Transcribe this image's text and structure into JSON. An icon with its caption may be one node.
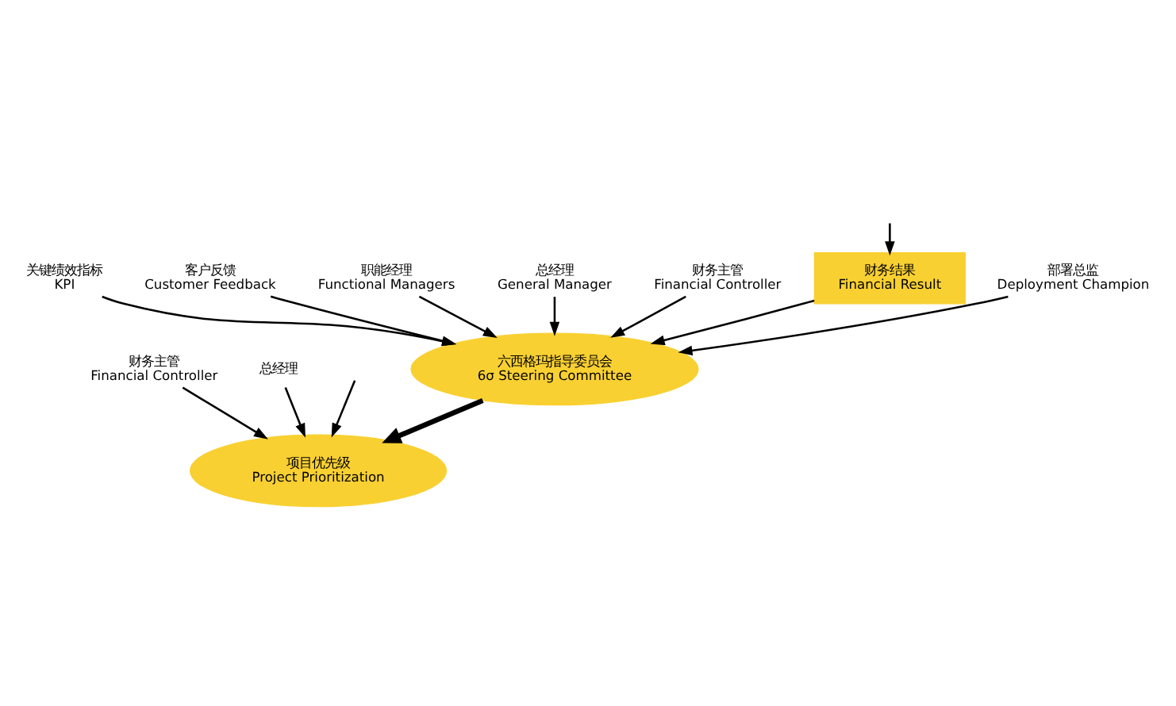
{
  "diagram": {
    "nodes": [
      {
        "text": [
          "六西格玛指导委员会",
          "6σ Steering Committee"
        ]
      },
      {
        "text": [
          "关键绩效指标",
          "KPI"
        ]
      },
      {
        "text": [
          "客户反馈",
          "Customer Feedback"
        ]
      },
      {
        "text": [
          "职能经理",
          "Functional Managers"
        ]
      },
      {
        "text": [
          "总经理",
          "General Manager"
        ]
      },
      {
        "text": [
          "财务主管",
          "Financial Controller"
        ]
      },
      {
        "text": [
          "财务结果",
          "Financial Result"
        ]
      },
      {
        "text": [
          "部署总监",
          "Deployment Champion"
        ]
      },
      {
        "text": [
          "项目优先级",
          "Project Prioritization"
        ]
      },
      {
        "text": [
          "财务主管",
          "Financial Controller"
        ]
      },
      {
        "text": [
          "总经理"
        ]
      }
    ],
    "edges": [
      {
        "from": 1,
        "to": 0,
        "arrow": "to"
      },
      {
        "from": 2,
        "to": 0,
        "arrow": "to"
      },
      {
        "from": 3,
        "to": 0,
        "arrow": "to"
      },
      {
        "from": 4,
        "to": 0,
        "arrow": "to"
      },
      {
        "from": 5,
        "to": 0,
        "arrow": "to"
      },
      {
        "from": 6,
        "to": 0,
        "arrow": "to"
      },
      {
        "from": 7,
        "to": 0,
        "arrow": "to"
      },
      {
        "from": 0,
        "to": 8,
        "arrow": "to",
        "style": "thick"
      },
      {
        "from": 9,
        "to": 8,
        "arrow": "to"
      },
      {
        "from": null,
        "to": 8,
        "arrow": "to"
      },
      {
        "from": 10,
        "to": 8,
        "arrow": "to"
      },
      {
        "from": null,
        "to": 6,
        "arrow": "to"
      }
    ]
  }
}
